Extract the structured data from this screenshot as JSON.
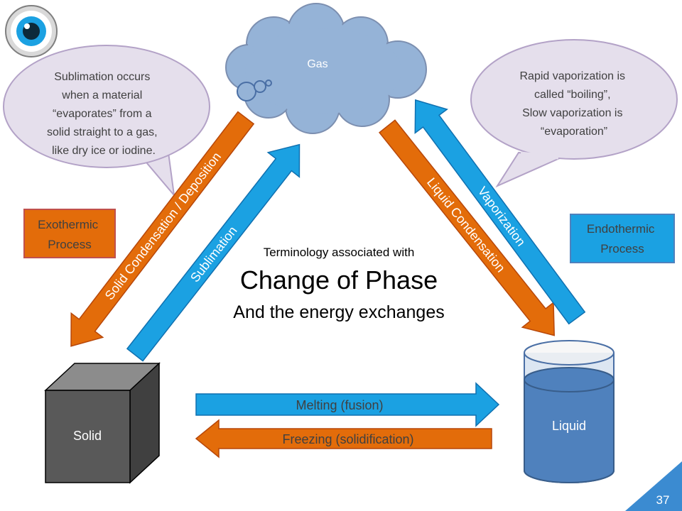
{
  "colors": {
    "orange": "#e36c0a",
    "orange_stroke": "#b7470a",
    "blue": "#1ba1e2",
    "blue_stroke": "#1070b0",
    "cloud": "#95b3d7",
    "cloud_stroke": "#7c8fb0",
    "bubble": "#e5dfec",
    "bubble_stroke": "#b3a2c7",
    "cube_front": "#595959",
    "cube_top": "#8c8c8c",
    "cube_side": "#404040",
    "liquid": "#4f81bd",
    "slide_corner": "#3b8bd1"
  },
  "icons": {
    "logo": "eye-icon"
  },
  "states": {
    "gas": "Gas",
    "solid": "Solid",
    "liquid": "Liquid"
  },
  "title": {
    "kicker": "Terminology associated with",
    "main": "Change of Phase",
    "sub": "And the energy exchanges"
  },
  "arrows": {
    "deposition": "Solid Condensation / Deposition",
    "sublimation": "Sublimation",
    "liquid_condensation": "Liquid Condensation",
    "vaporization": "Vaporization",
    "melting": "Melting (fusion)",
    "freezing": "Freezing (solidification)"
  },
  "process_labels": {
    "exothermic": [
      "Exothermic",
      "Process"
    ],
    "endothermic": [
      "Endothermic",
      "Process"
    ]
  },
  "callouts": {
    "sublimation": [
      "Sublimation occurs",
      "when a material",
      "“evaporates” from a",
      "solid straight to a gas,",
      "like dry ice or iodine."
    ],
    "vaporization": [
      "Rapid vaporization is",
      "called “boiling”,",
      "Slow vaporization is",
      "“evaporation”"
    ]
  },
  "slide_number": "37"
}
